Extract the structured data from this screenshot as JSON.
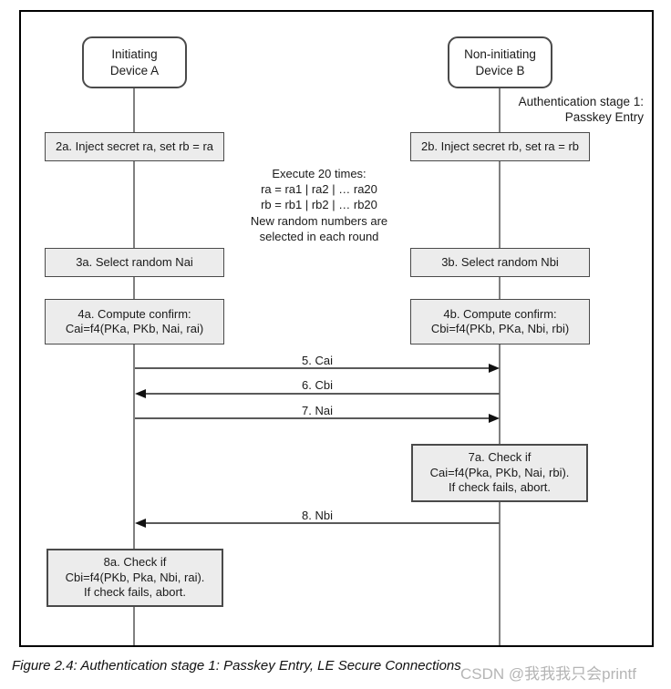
{
  "figure": {
    "participants": {
      "a": {
        "label": "Initiating\nDevice A"
      },
      "b": {
        "label": "Non-initiating\nDevice B"
      }
    },
    "stage_label": "Authentication stage 1:\nPasskey Entry",
    "note": "Execute 20 times:\nra = ra1 | ra2 | … ra20\nrb = rb1 | rb2 | … rb20\nNew random numbers are\nselected in each round",
    "steps": {
      "a2": "2a. Inject secret ra, set rb = ra",
      "b2": "2b. Inject secret rb, set ra = rb",
      "a3": "3a. Select random Nai",
      "b3": "3b. Select random Nbi",
      "a4": "4a. Compute confirm:\nCai=f4(PKa, PKb, Nai, rai)",
      "b4": "4b. Compute confirm:\nCbi=f4(PKb, PKa, Nbi, rbi)",
      "b7": "7a. Check if\nCai=f4(Pka, PKb, Nai, rbi).\nIf check fails, abort.",
      "a8": "8a. Check if\nCbi=f4(PKb, Pka, Nbi, rai).\nIf check fails, abort."
    },
    "messages": [
      {
        "label": "5. Cai",
        "from": "Device A",
        "to": "Device B",
        "direction": "right"
      },
      {
        "label": "6. Cbi",
        "from": "Device B",
        "to": "Device A",
        "direction": "left"
      },
      {
        "label": "7. Nai",
        "from": "Device A",
        "to": "Device B",
        "direction": "right"
      },
      {
        "label": "8. Nbi",
        "from": "Device B",
        "to": "Device A",
        "direction": "left"
      }
    ],
    "caption": "Figure 2.4:  Authentication stage 1: Passkey Entry, LE Secure Connections",
    "watermark": "CSDN @我我我只会printf",
    "colors": {
      "box_fill": "#ececec",
      "box_border": "#4a4a4a",
      "lifeline": "#808080",
      "arrow_line": "#5a5a5a",
      "frame_border": "#000000",
      "watermark": "#b5b5b5"
    }
  }
}
